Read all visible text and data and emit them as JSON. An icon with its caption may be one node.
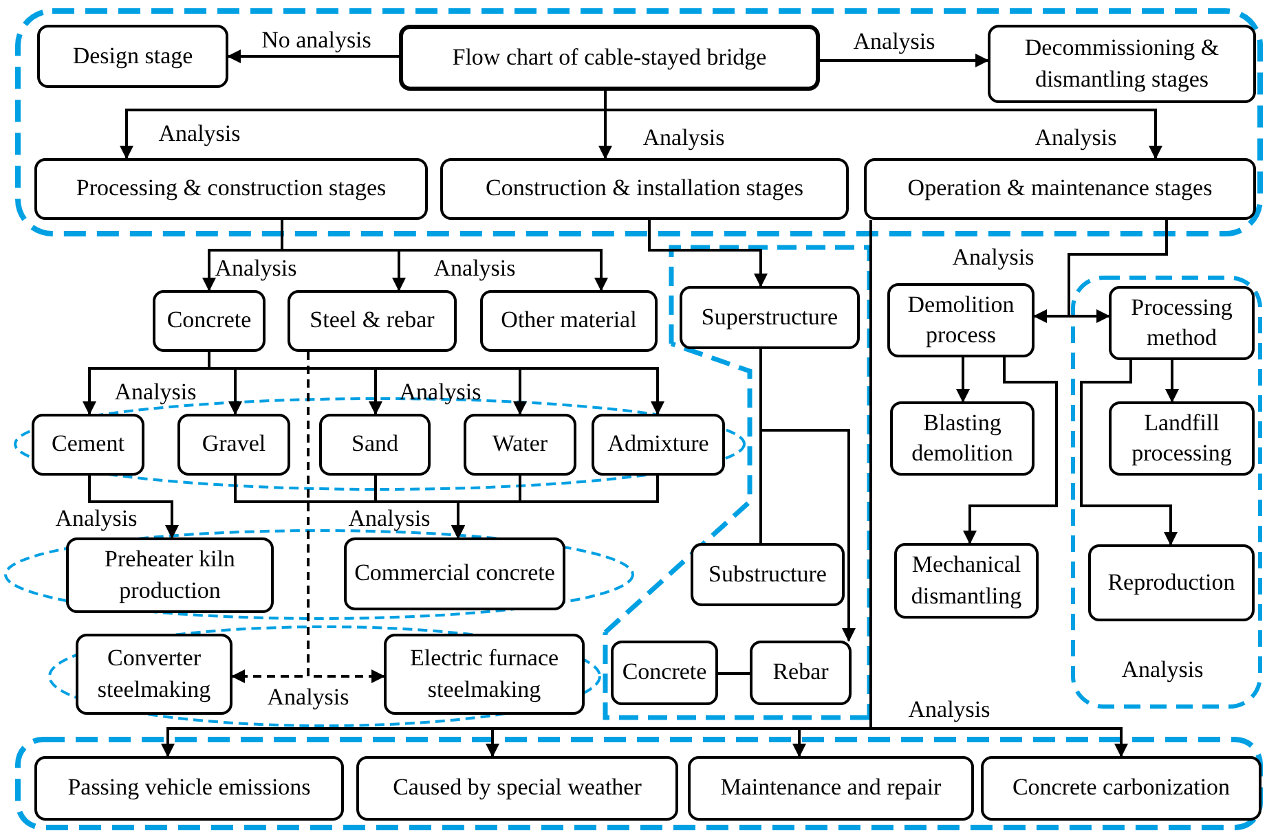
{
  "diagram": {
    "nodes": [
      {
        "text": [
          "Flow chart of cable-stayed bridge"
        ]
      },
      {
        "text": [
          "Design stage"
        ]
      },
      {
        "text": [
          "Decommissioning & dismantling stages"
        ]
      },
      {
        "text": [
          "Processing & construction stages"
        ]
      },
      {
        "text": [
          "Construction & installation stages"
        ]
      },
      {
        "text": [
          "Operation & maintenance stages"
        ]
      },
      {
        "text": [
          "Concrete"
        ]
      },
      {
        "text": [
          "Steel & rebar"
        ]
      },
      {
        "text": [
          "Other material"
        ]
      },
      {
        "text": [
          "Superstructure"
        ]
      },
      {
        "text": [
          "Demolition process"
        ]
      },
      {
        "text": [
          "Processing method"
        ]
      },
      {
        "text": [
          "Cement"
        ]
      },
      {
        "text": [
          "Gravel"
        ]
      },
      {
        "text": [
          "Sand"
        ]
      },
      {
        "text": [
          "Water"
        ]
      },
      {
        "text": [
          "Admixture"
        ]
      },
      {
        "text": [
          "Blasting demolition"
        ]
      },
      {
        "text": [
          "Landfill processing"
        ]
      },
      {
        "text": [
          "Preheater kiln production"
        ]
      },
      {
        "text": [
          "Commercial concrete"
        ]
      },
      {
        "text": [
          "Substructure"
        ]
      },
      {
        "text": [
          "Mechanical dismantling"
        ]
      },
      {
        "text": [
          "Reproduction"
        ]
      },
      {
        "text": [
          "Converter steelmaking"
        ]
      },
      {
        "text": [
          "Electric furnace steelmaking"
        ]
      },
      {
        "text": [
          "Concrete"
        ]
      },
      {
        "text": [
          "Rebar"
        ]
      },
      {
        "text": [
          "Passing vehicle emissions"
        ]
      },
      {
        "text": [
          "Caused by special weather"
        ]
      },
      {
        "text": [
          "Maintenance and repair"
        ]
      },
      {
        "text": [
          "Concrete carbonization"
        ]
      }
    ],
    "edges": [
      {
        "from": 0,
        "to": 1,
        "arrow": "to",
        "label": "No analysis"
      },
      {
        "from": 0,
        "to": 2,
        "arrow": "to",
        "label": "Analysis"
      },
      {
        "from": 0,
        "to": 3,
        "arrow": "to",
        "label": "Analysis"
      },
      {
        "from": 0,
        "to": 4,
        "arrow": "to",
        "label": "Analysis"
      },
      {
        "from": 0,
        "to": 5,
        "arrow": "to",
        "label": "Analysis"
      },
      {
        "from": 3,
        "to": 6,
        "arrow": "to",
        "label": "Analysis"
      },
      {
        "from": 3,
        "to": 7,
        "arrow": "to"
      },
      {
        "from": 3,
        "to": 8,
        "arrow": "to",
        "label": "Analysis"
      },
      {
        "from": 4,
        "to": 9,
        "arrow": "to"
      },
      {
        "from": 5,
        "to": 10,
        "arrow": "to",
        "label": "Analysis"
      },
      {
        "from": 5,
        "to": 11,
        "arrow": "to"
      },
      {
        "from": 6,
        "to": 12,
        "arrow": "to",
        "label": "Analysis"
      },
      {
        "from": 6,
        "to": 13,
        "arrow": "to"
      },
      {
        "from": 6,
        "to": 14,
        "arrow": "to",
        "label": "Analysis"
      },
      {
        "from": 6,
        "to": 15,
        "arrow": "to"
      },
      {
        "from": 6,
        "to": 16,
        "arrow": "to"
      },
      {
        "from": 12,
        "to": 19,
        "arrow": "to",
        "label": "Analysis"
      },
      {
        "from": 13,
        "to": 20,
        "arrow": "to",
        "label": "Analysis"
      },
      {
        "from": 14,
        "to": 20,
        "arrow": "to"
      },
      {
        "from": 15,
        "to": 20,
        "arrow": "to"
      },
      {
        "from": 16,
        "to": 20,
        "arrow": "to"
      },
      {
        "from": 7,
        "to": 24,
        "arrow": "to",
        "style": "dashed",
        "label": "Analysis"
      },
      {
        "from": 7,
        "to": 25,
        "arrow": "to",
        "style": "dashed"
      },
      {
        "from": 9,
        "to": 27,
        "arrow": "to"
      },
      {
        "from": 9,
        "to": 21,
        "arrow": "none"
      },
      {
        "from": 26,
        "to": 27,
        "arrow": "none"
      },
      {
        "from": 10,
        "to": 17,
        "arrow": "to"
      },
      {
        "from": 10,
        "to": 22,
        "arrow": "to"
      },
      {
        "from": 11,
        "to": 18,
        "arrow": "to"
      },
      {
        "from": 11,
        "to": 23,
        "arrow": "to"
      },
      {
        "from": 5,
        "to": 28,
        "arrow": "to"
      },
      {
        "from": 5,
        "to": 29,
        "arrow": "to"
      },
      {
        "from": 5,
        "to": 30,
        "arrow": "to"
      },
      {
        "from": 5,
        "to": 31,
        "arrow": "to",
        "label": "Analysis"
      }
    ],
    "labels": [
      "Analysis"
    ]
  }
}
